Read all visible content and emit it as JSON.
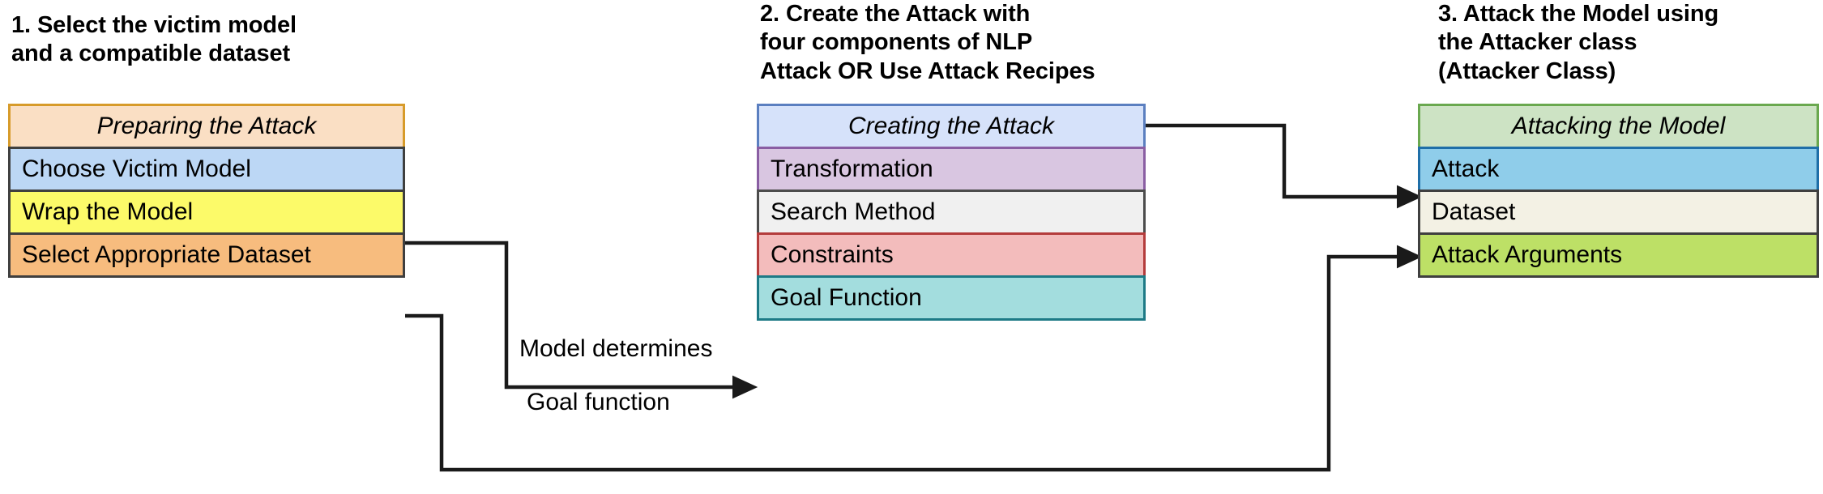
{
  "diagram": {
    "title": "TextAttack pipeline overview",
    "background": "#ffffff",
    "line_color": "#1a1a1a"
  },
  "columns": [
    {
      "id": "prepare",
      "step_title": "1. Select the victim model\nand a compatible dataset",
      "boxes": [
        {
          "label": "Preparing the Attack",
          "fill": "#fadfc4",
          "border": "#d79b2a",
          "header": true
        },
        {
          "label": "Choose Victim Model",
          "fill": "#bcd7f5",
          "border": "#3f3f3f",
          "header": false
        },
        {
          "label": "Wrap the Model",
          "fill": "#fcfa69",
          "border": "#3f3f3f",
          "header": false
        },
        {
          "label": "Select Appropriate Dataset",
          "fill": "#f7bc7e",
          "border": "#3f3f3f",
          "header": false
        }
      ]
    },
    {
      "id": "create",
      "step_title": "2. Create the Attack with\nfour components of NLP\nAttack OR Use Attack Recipes",
      "boxes": [
        {
          "label": "Creating the Attack",
          "fill": "#d6e2fa",
          "border": "#5b7fc0",
          "header": true
        },
        {
          "label": "Transformation",
          "fill": "#d9c6e1",
          "border": "#8a5ea3",
          "header": false
        },
        {
          "label": "Search Method",
          "fill": "#f0f0f0",
          "border": "#4c4c4c",
          "header": false
        },
        {
          "label": "Constraints",
          "fill": "#f3bcbc",
          "border": "#b43c3c",
          "header": false
        },
        {
          "label": "Goal Function",
          "fill": "#a3ddde",
          "border": "#1d7a86",
          "header": false
        }
      ]
    },
    {
      "id": "attack",
      "step_title": "3. Attack the Model using\nthe Attacker class\n(Attacker Class)",
      "boxes": [
        {
          "label": "Attacking the Model",
          "fill": "#cde3c4",
          "border": "#6aa84f",
          "header": true
        },
        {
          "label": "Attack",
          "fill": "#8fcdea",
          "border": "#1f6fa8",
          "header": false
        },
        {
          "label": "Dataset",
          "fill": "#f3f1e4",
          "border": "#3f3f3f",
          "header": false
        },
        {
          "label": "Attack Arguments",
          "fill": "#bde066",
          "border": "#3f3f3f",
          "header": false
        }
      ]
    }
  ],
  "edge_labels": [
    {
      "id": "model-determines",
      "text": "Model determines"
    },
    {
      "id": "goal-function",
      "text": "Goal function"
    }
  ],
  "connectors": [
    {
      "id": "wrap-model-to-goal-function",
      "from": "Wrap the Model",
      "to": "Goal Function",
      "arrow": true
    },
    {
      "id": "select-dataset-to-dataset",
      "from": "Select Appropriate Dataset",
      "to": "Dataset",
      "arrow": true
    },
    {
      "id": "creating-attack-to-attack",
      "from": "Creating the Attack",
      "to": "Attack",
      "arrow": true
    }
  ]
}
